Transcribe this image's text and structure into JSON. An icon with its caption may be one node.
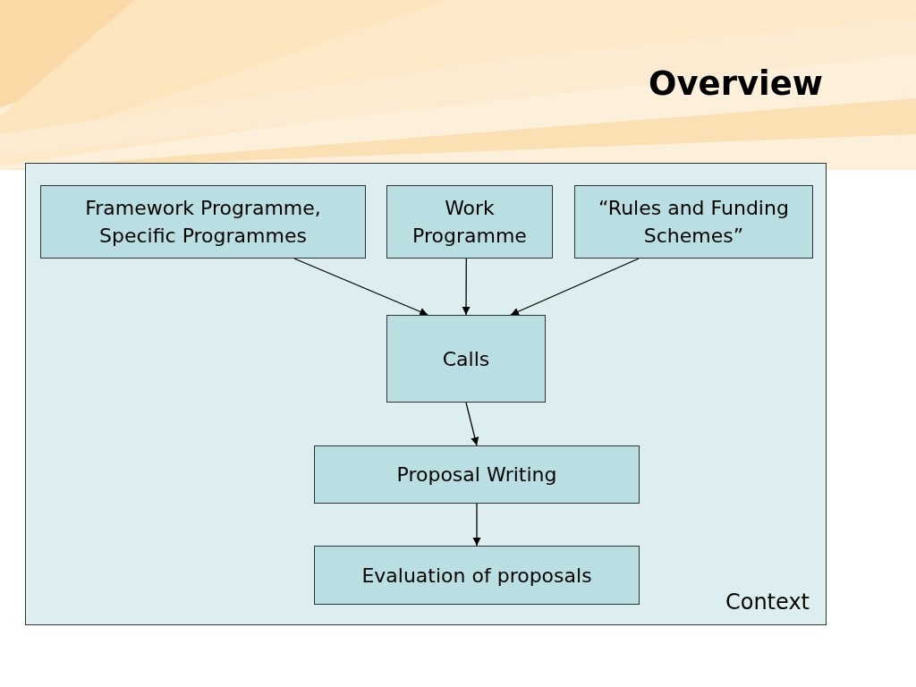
{
  "diagram": {
    "title": "Overview",
    "nodes": [
      {
        "text": [
          "Context"
        ]
      },
      {
        "text": [
          "Framework Programme, Specific Programmes"
        ],
        "in": 0
      },
      {
        "text": [
          "Work Programme"
        ],
        "in": 0
      },
      {
        "text": [
          "“Rules and Funding Schemes”"
        ],
        "in": 0
      },
      {
        "text": [
          "Calls"
        ],
        "in": 0
      },
      {
        "text": [
          "Proposal Writing"
        ],
        "in": 0
      },
      {
        "text": [
          "Evaluation of proposals"
        ],
        "in": 0
      }
    ],
    "edges": [
      {
        "from": 1,
        "to": 4,
        "arrow": "to"
      },
      {
        "from": 2,
        "to": 4,
        "arrow": "to"
      },
      {
        "from": 3,
        "to": 4,
        "arrow": "to"
      },
      {
        "from": 4,
        "to": 5,
        "arrow": "to"
      },
      {
        "from": 5,
        "to": 6,
        "arrow": "to"
      }
    ]
  }
}
